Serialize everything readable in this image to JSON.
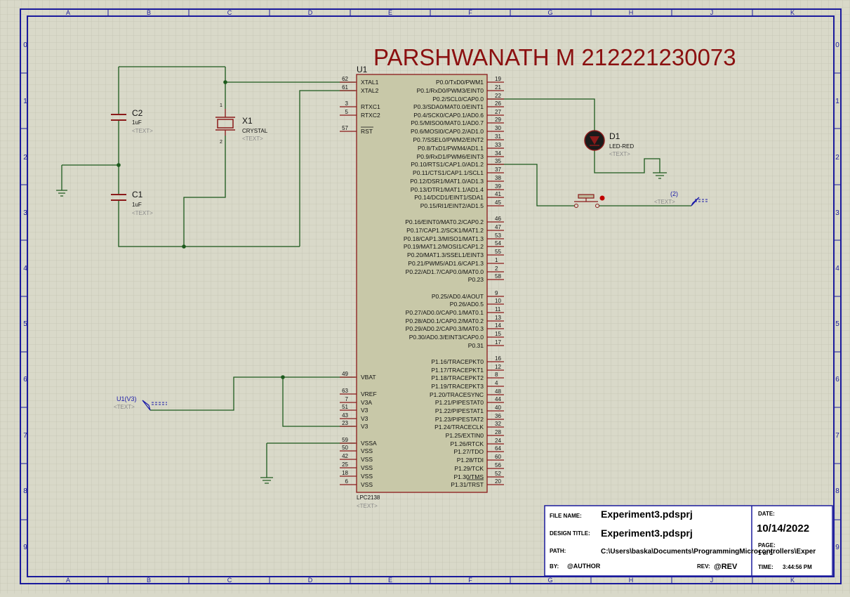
{
  "header": {
    "title": "PARSHWANATH M 212221230073"
  },
  "grid": {
    "columns": [
      "A",
      "B",
      "C",
      "D",
      "E",
      "F",
      "G",
      "H",
      "J",
      "K"
    ],
    "rows": [
      "0",
      "1",
      "2",
      "3",
      "4",
      "5",
      "6",
      "7",
      "8",
      "9"
    ]
  },
  "u1": {
    "ref": "U1",
    "part": "LPC2138",
    "text": "<TEXT>",
    "left_pins": [
      {
        "num": "62",
        "label": "XTAL1"
      },
      {
        "num": "61",
        "label": "XTAL2"
      },
      {
        "num": "3",
        "label": "RTXC1"
      },
      {
        "num": "5",
        "label": "RTXC2"
      },
      {
        "num": "57",
        "label": "RST"
      },
      {
        "num": "49",
        "label": "VBAT"
      },
      {
        "num": "63",
        "label": "VREF"
      },
      {
        "num": "7",
        "label": "V3A"
      },
      {
        "num": "51",
        "label": "V3"
      },
      {
        "num": "43",
        "label": "V3"
      },
      {
        "num": "23",
        "label": "V3"
      },
      {
        "num": "59",
        "label": "VSSA"
      },
      {
        "num": "50",
        "label": "VSS"
      },
      {
        "num": "42",
        "label": "VSS"
      },
      {
        "num": "25",
        "label": "VSS"
      },
      {
        "num": "18",
        "label": "VSS"
      },
      {
        "num": "6",
        "label": "VSS"
      }
    ],
    "right_pins": [
      {
        "num": "19",
        "label": "P0.0/TxD0/PWM1"
      },
      {
        "num": "21",
        "label": "P0.1/RxD0/PWM3/EINT0"
      },
      {
        "num": "22",
        "label": "P0.2/SCL0/CAP0.0"
      },
      {
        "num": "26",
        "label": "P0.3/SDA0/MAT0.0/EINT1"
      },
      {
        "num": "27",
        "label": "P0.4/SCK0/CAP0.1/AD0.6"
      },
      {
        "num": "29",
        "label": "P0.5/MISO0/MAT0.1/AD0.7"
      },
      {
        "num": "30",
        "label": "P0.6/MOSI0/CAP0.2/AD1.0"
      },
      {
        "num": "31",
        "label": "P0.7/SSEL0/PWM2/EINT2"
      },
      {
        "num": "33",
        "label": "P0.8/TxD1/PWM4/AD1.1"
      },
      {
        "num": "34",
        "label": "P0.9/RxD1/PWM6/EINT3"
      },
      {
        "num": "35",
        "label": "P0.10/RTS1/CAP1.0/AD1.2"
      },
      {
        "num": "37",
        "label": "P0.11/CTS1/CAP1.1/SCL1"
      },
      {
        "num": "38",
        "label": "P0.12/DSR1/MAT1.0/AD1.3"
      },
      {
        "num": "39",
        "label": "P0.13/DTR1/MAT1.1/AD1.4"
      },
      {
        "num": "41",
        "label": "P0.14/DCD1/EINT1/SDA1"
      },
      {
        "num": "45",
        "label": "P0.15/RI1/EINT2/AD1.5"
      },
      {
        "num": "46",
        "label": "P0.16/EINT0/MAT0.2/CAP0.2"
      },
      {
        "num": "47",
        "label": "P0.17/CAP1.2/SCK1/MAT1.2"
      },
      {
        "num": "53",
        "label": "P0.18/CAP1.3/MISO1/MAT1.3"
      },
      {
        "num": "54",
        "label": "P0.19/MAT1.2/MOSI1/CAP1.2"
      },
      {
        "num": "55",
        "label": "P0.20/MAT1.3/SSEL1/EINT3"
      },
      {
        "num": "1",
        "label": "P0.21/PWM5/AD1.6/CAP1.3"
      },
      {
        "num": "2",
        "label": "P0.22/AD1.7/CAP0.0/MAT0.0"
      },
      {
        "num": "58",
        "label": "P0.23"
      },
      {
        "num": "9",
        "label": "P0.25/AD0.4/AOUT"
      },
      {
        "num": "10",
        "label": "P0.26/AD0.5"
      },
      {
        "num": "11",
        "label": "P0.27/AD0.0/CAP0.1/MAT0.1"
      },
      {
        "num": "13",
        "label": "P0.28/AD0.1/CAP0.2/MAT0.2"
      },
      {
        "num": "14",
        "label": "P0.29/AD0.2/CAP0.3/MAT0.3"
      },
      {
        "num": "15",
        "label": "P0.30/AD0.3/EINT3/CAP0.0"
      },
      {
        "num": "17",
        "label": "P0.31"
      },
      {
        "num": "16",
        "label": "P1.16/TRACEPKT0"
      },
      {
        "num": "12",
        "label": "P1.17/TRACEPKT1"
      },
      {
        "num": "8",
        "label": "P1.18/TRACEPKT2"
      },
      {
        "num": "4",
        "label": "P1.19/TRACEPKT3"
      },
      {
        "num": "48",
        "label": "P1.20/TRACESYNC"
      },
      {
        "num": "44",
        "label": "P1.21/PIPESTAT0"
      },
      {
        "num": "40",
        "label": "P1.22/PIPESTAT1"
      },
      {
        "num": "36",
        "label": "P1.23/PIPESTAT2"
      },
      {
        "num": "32",
        "label": "P1.24/TRACECLK"
      },
      {
        "num": "28",
        "label": "P1.25/EXTIN0"
      },
      {
        "num": "24",
        "label": "P1.26/RTCK"
      },
      {
        "num": "64",
        "label": "P1.27/TDO"
      },
      {
        "num": "60",
        "label": "P1.28/TDI"
      },
      {
        "num": "56",
        "label": "P1.29/TCK"
      },
      {
        "num": "52",
        "label": "P1.30/TMS"
      },
      {
        "num": "20",
        "label": "P1.31/TRST"
      }
    ]
  },
  "components": {
    "c2": {
      "ref": "C2",
      "value": "1uF",
      "text": "<TEXT>"
    },
    "c1": {
      "ref": "C1",
      "value": "1uF",
      "text": "<TEXT>"
    },
    "x1": {
      "ref": "X1",
      "value": "CRYSTAL",
      "text": "<TEXT>",
      "pin1": "1",
      "pin2": "2"
    },
    "d1": {
      "ref": "D1",
      "value": "LED-RED",
      "text": "<TEXT>"
    },
    "probe_v3": {
      "label": "U1(V3)",
      "text": "<TEXT>"
    },
    "probe_2": {
      "label": "(2)",
      "text": "<TEXT>"
    }
  },
  "titleblock": {
    "file_name_label": "FILE NAME:",
    "file_name": "Experiment3.pdsprj",
    "design_title_label": "DESIGN TITLE:",
    "design_title": "Experiment3.pdsprj",
    "path_label": "PATH:",
    "path": "C:\\Users\\baska\\Documents\\ProgrammingMicrocontrollers\\Exper",
    "by_label": "BY:",
    "by": "@AUTHOR",
    "rev_label": "REV:",
    "rev": "@REV",
    "date_label": "DATE:",
    "date": "10/14/2022",
    "page_label": "PAGE:",
    "page_of": "1   of   1",
    "time_label": "TIME:",
    "time": "3:44:56 PM"
  },
  "colors": {
    "background": "#d9d9c9",
    "grid": "#c2c2b0",
    "border": "#1a1a9c",
    "wire": "#1d5a1d",
    "component": "#8b1a1a",
    "chip_fill": "#c8c8a8",
    "title_red": "#8b1010",
    "probe": "#1a1aa8"
  }
}
